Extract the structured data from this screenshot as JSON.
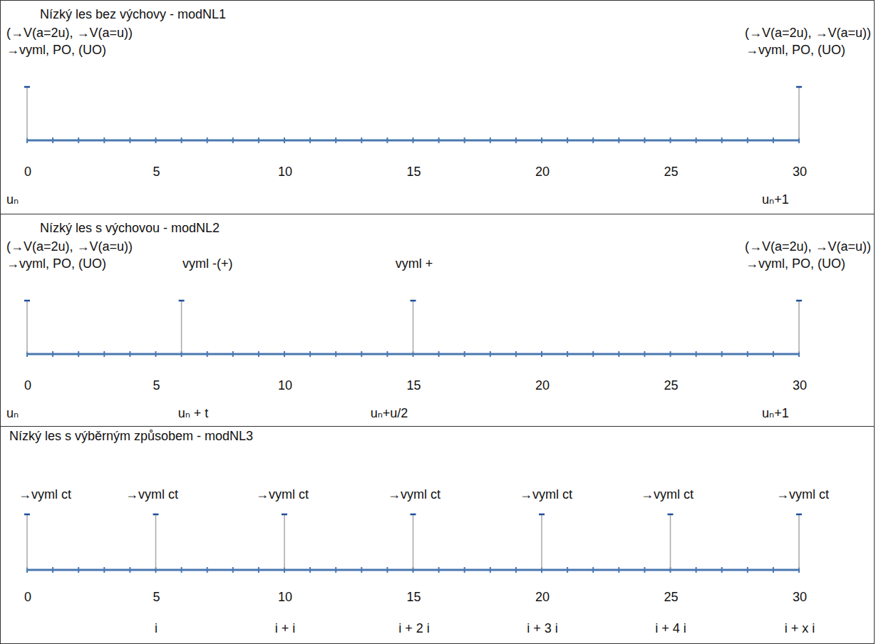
{
  "diagram": {
    "nodes": [
      {
        "text": [
          "Nízký les bez výchovy - modNL1"
        ]
      },
      {
        "text": [
          "Nízký les s výchovou - modNL2"
        ]
      },
      {
        "text": [
          "Nízký les s výběrným způsobem - modNL3"
        ]
      }
    ],
    "labels": [
      "(→V(a=2u), →V(a=u))",
      "→vyml, PO, (UO)",
      "(→V(a=2u), →V(a=u))",
      "→vyml, PO, (UO)",
      "0",
      "5",
      "10",
      "15",
      "20",
      "25",
      "30",
      "uₙ",
      "uₙ+1",
      "(→V(a=2u), →V(a=u))",
      "→vyml, PO, (UO)",
      "vyml -(+)",
      "vyml +",
      "(→V(a=2u), →V(a=u))",
      "→vyml, PO, (UO)",
      "0",
      "5",
      "10",
      "15",
      "20",
      "25",
      "30",
      "uₙ",
      "uₙ + t",
      "uₙ+u/2",
      "uₙ+1",
      "→vyml ct",
      "→vyml ct",
      "→vyml ct",
      "→vyml ct",
      "→vyml ct",
      "→vyml ct",
      "→vyml ct",
      "0",
      "5",
      "10",
      "15",
      "20",
      "25",
      "30",
      "i",
      "i + i",
      "i + 2 i",
      "i + 3 i",
      "i + 4 i",
      "i + x i"
    ]
  }
}
